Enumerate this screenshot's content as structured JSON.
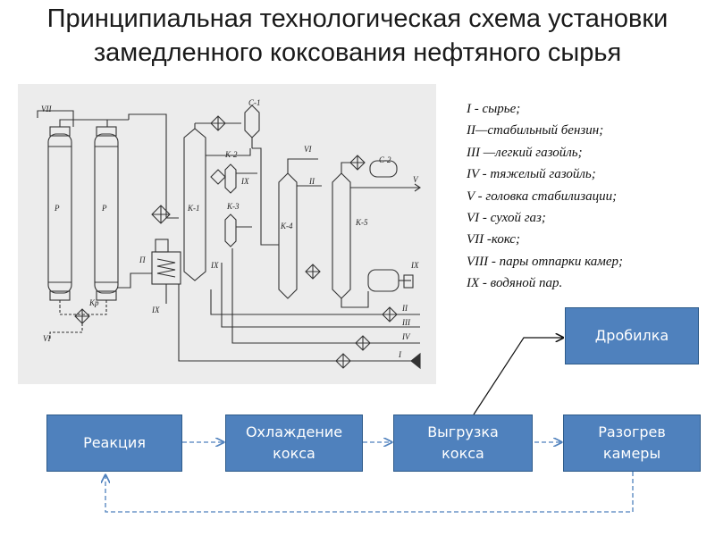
{
  "title": "Принципиальная технологическая схема установки замедленного коксования нефтяного сырья",
  "legend": [
    "I - сырье;",
    "II—стабильный бензин;",
    "III —легкий газойль;",
    "IV - тяжелый газойль;",
    "V - головка стабилизации;",
    "VI - сухой газ;",
    "VII -кокс;",
    "VIII - пары отпарки камер;",
    "IX - водяной пар."
  ],
  "scheme_labels": {
    "vii": "VII",
    "vi_left": "VI",
    "p1": "Р",
    "p2": "Р",
    "kr": "Кр",
    "p_furnace": "П",
    "ix_furnace": "IX",
    "k1": "К-1",
    "k2": "К-2",
    "k3": "К-3",
    "c1": "С-1",
    "ix_k2": "IX",
    "ix_k3": "IX",
    "vi_mid": "VI",
    "ii_k4": "II",
    "k4": "К-4",
    "k5": "К-5",
    "c2": "С-2",
    "v": "V",
    "ix_right": "IX",
    "ii_out": "II",
    "iii_out": "III",
    "iv_out": "IV",
    "i_in": "I"
  },
  "flow": {
    "reaction": [
      "Реакция"
    ],
    "cooling": [
      "Охлаждение",
      "кокса"
    ],
    "unloading": [
      "Выгрузка",
      "кокса"
    ],
    "heating": [
      "Разогрев",
      "камеры"
    ],
    "crusher": [
      "Дробилка"
    ]
  },
  "colors": {
    "box_fill": "#4f81bd",
    "box_border": "#2e5b8a",
    "arrow": "#4f81bd",
    "scheme_bg": "#ececec"
  }
}
